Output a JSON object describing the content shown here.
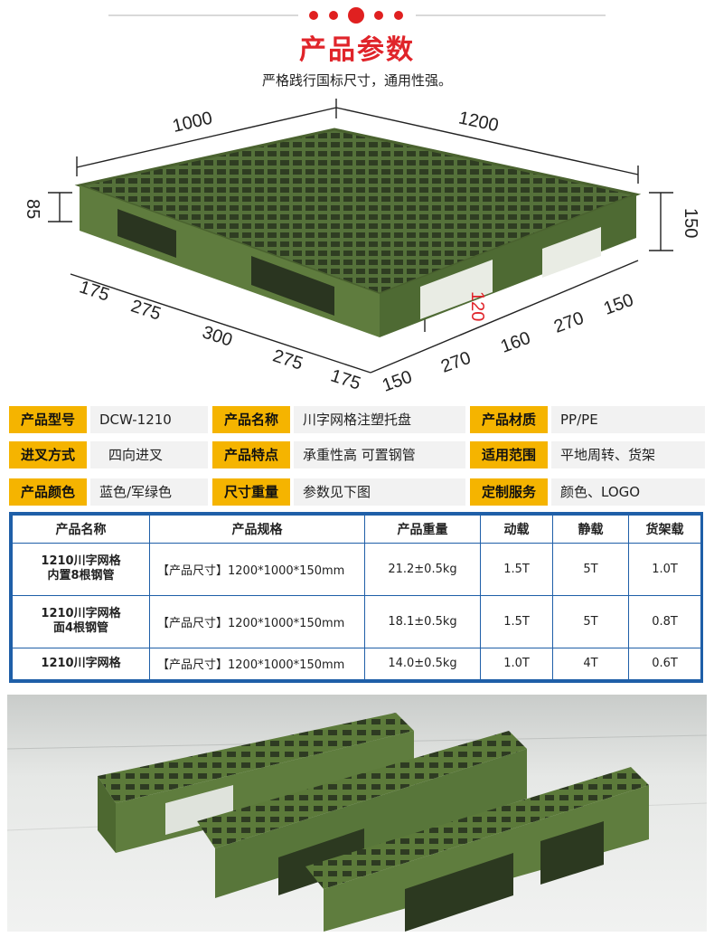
{
  "header": {
    "title": "产品参数",
    "subtitle": "严格践行国标尺寸，通用性强。"
  },
  "diagram": {
    "width_label": "1000",
    "length_label": "1200",
    "left_height_label": "85",
    "right_height_label": "150",
    "fork_height_label": "120",
    "front_segments": [
      "175",
      "275",
      "300",
      "275",
      "175"
    ],
    "side_segments": [
      "150",
      "270",
      "160",
      "270",
      "150"
    ]
  },
  "specs": [
    {
      "label": "产品型号",
      "value": "DCW-1210"
    },
    {
      "label": "产品名称",
      "value": "川字网格注塑托盘"
    },
    {
      "label": "产品材质",
      "value": "PP/PE"
    },
    {
      "label": "进叉方式",
      "value": "四向进叉"
    },
    {
      "label": "产品特点",
      "value": "承重性高 可置钢管"
    },
    {
      "label": "适用范围",
      "value": "平地周转、货架"
    },
    {
      "label": "产品颜色",
      "value": "蓝色/军绿色"
    },
    {
      "label": "尺寸重量",
      "value": "参数见下图"
    },
    {
      "label": "定制服务",
      "value": "颜色、LOGO"
    }
  ],
  "table": {
    "headers": [
      "产品名称",
      "产品规格",
      "产品重量",
      "动载",
      "静载",
      "货架载"
    ],
    "rows": [
      {
        "name_line1": "1210川字网格",
        "name_line2": "内置8根钢管",
        "spec": "【产品尺寸】1200*1000*150mm",
        "weight": "21.2±0.5kg",
        "dynamic": "1.5T",
        "static": "5T",
        "rack": "1.0T"
      },
      {
        "name_line1": "1210川字网格",
        "name_line2": "面4根钢管",
        "spec": "【产品尺寸】1200*1000*150mm",
        "weight": "18.1±0.5kg",
        "dynamic": "1.5T",
        "static": "5T",
        "rack": "0.8T"
      },
      {
        "name_line1": "1210川字网格",
        "name_line2": "",
        "spec": "【产品尺寸】1200*1000*150mm",
        "weight": "14.0±0.5kg",
        "dynamic": "1.0T",
        "static": "4T",
        "rack": "0.6T"
      }
    ]
  },
  "colors": {
    "accent_red": "#e0242a",
    "label_yellow": "#f5b400",
    "table_blue": "#1f5fa8",
    "pallet_green": "#5f7c3e"
  }
}
